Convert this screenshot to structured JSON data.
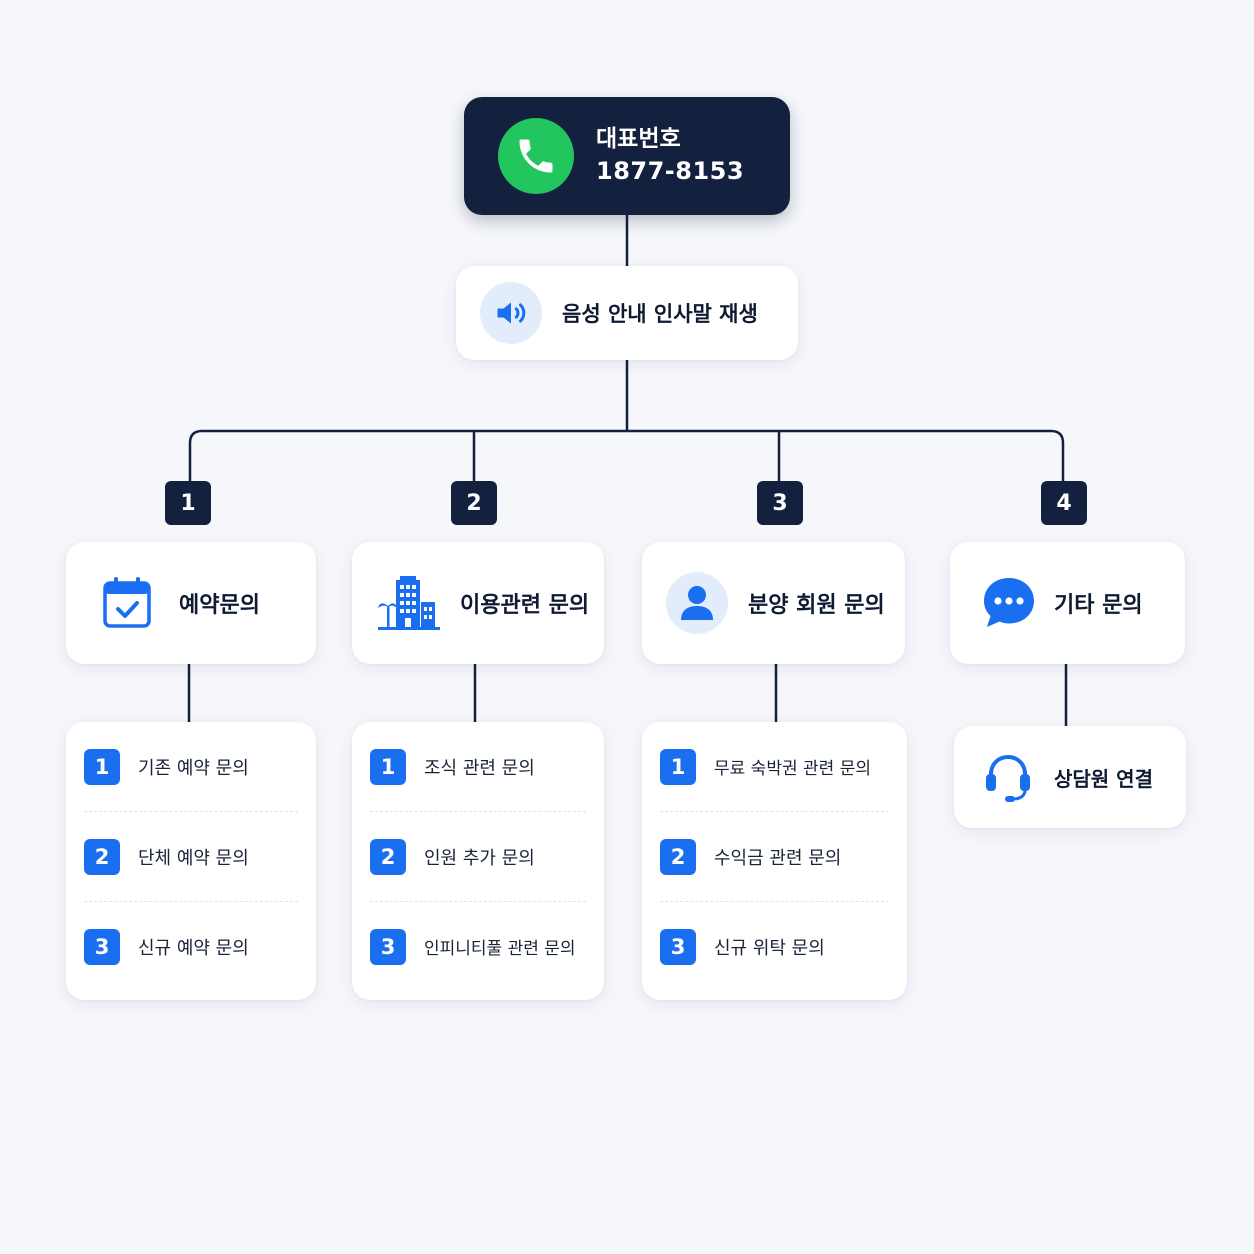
{
  "root": {
    "title": "대표번호",
    "number": "1877-8153",
    "icon": "phone-icon",
    "icon_color": "#22c55e"
  },
  "greeting": {
    "label": "음성 안내 인사말 재생",
    "icon": "speaker-icon"
  },
  "colors": {
    "navy": "#13213f",
    "accent": "#1a6ff0",
    "background": "#f5f7fb"
  },
  "categories": [
    {
      "number": "1",
      "label": "예약문의",
      "icon": "calendar-check-icon",
      "items": [
        {
          "number": "1",
          "label": "기존 예약 문의"
        },
        {
          "number": "2",
          "label": "단체 예약 문의"
        },
        {
          "number": "3",
          "label": "신규 예약 문의"
        }
      ]
    },
    {
      "number": "2",
      "label": "이용관련 문의",
      "icon": "hotel-building-icon",
      "items": [
        {
          "number": "1",
          "label": "조식 관련 문의"
        },
        {
          "number": "2",
          "label": "인원 추가 문의"
        },
        {
          "number": "3",
          "label": "인피니티풀 관련 문의"
        }
      ]
    },
    {
      "number": "3",
      "label": "분양 회원 문의",
      "icon": "user-icon",
      "items": [
        {
          "number": "1",
          "label": "무료 숙박권 관련 문의"
        },
        {
          "number": "2",
          "label": "수익금 관련 문의"
        },
        {
          "number": "3",
          "label": "신규 위탁 문의"
        }
      ]
    },
    {
      "number": "4",
      "label": "기타 문의",
      "icon": "chat-bubble-icon",
      "action": {
        "label": "상담원 연결",
        "icon": "headset-icon"
      }
    }
  ]
}
